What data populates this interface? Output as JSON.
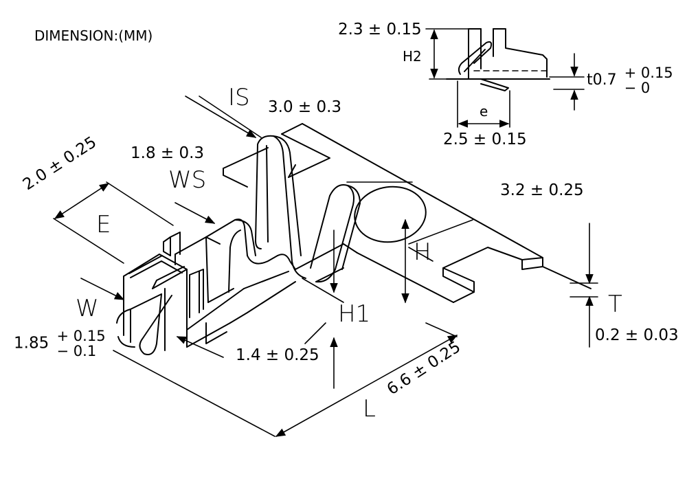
{
  "header": {
    "units_label": "DIMENSION:(MM)"
  },
  "labels": {
    "IS": "IS",
    "WS": "WS",
    "E": "E",
    "W": "W",
    "H": "H",
    "H1": "H1",
    "H2": "H2",
    "L": "L",
    "T": "T",
    "e": "e",
    "t": "t"
  },
  "dimensions": {
    "IS": "3.0 ± 0.3",
    "WS": "1.8 ± 0.3",
    "E": "2.0 ± 0.25",
    "W": {
      "nominal": "1.85",
      "upper": "+ 0.15",
      "lower": "− 0.1"
    },
    "H": "3.2 ± 0.25",
    "H1": "1.4 ± 0.25",
    "L": "6.6 ± 0.25",
    "T": "0.2 ± 0.03",
    "H2": "2.3 ± 0.15",
    "t": {
      "nominal": "0.7",
      "upper": "+ 0.15",
      "lower": "− 0"
    },
    "e": "2.5 ± 0.15"
  },
  "colors": {
    "line": "#000000",
    "background": "#ffffff"
  }
}
